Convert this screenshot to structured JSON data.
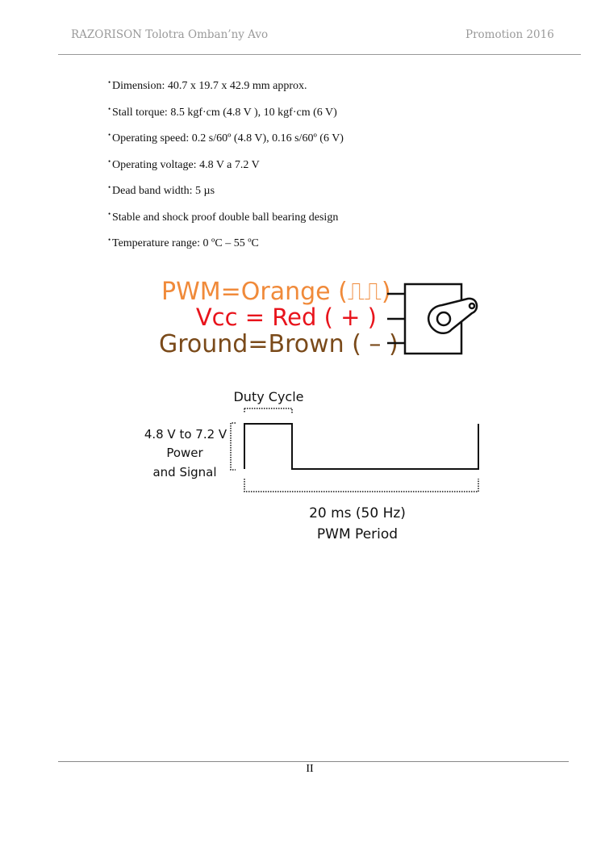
{
  "header": {
    "author": "RAZORISON Tolotra Omban’ny Avo",
    "promotion": "Promotion 2016"
  },
  "specs": [
    "Dimension: 40.7 x 19.7 x 42.9 mm approx.",
    "Stall torque: 8.5 kgf·cm (4.8 V ), 10 kgf·cm (6 V)",
    "Operating speed: 0.2 s/60º (4.8 V), 0.16 s/60º (6 V)",
    "Operating voltage: 4.8 V a 7.2 V",
    "Dead band width: 5 µs",
    "Stable and shock proof  double ball bearing design",
    "Temperature range: 0 ºC – 55 ºC"
  ],
  "bullet": "•",
  "figure": {
    "pwm_label": "PWM=Orange (⎍⎍)",
    "vcc_label": "Vcc = Red ( + )",
    "ground_label": "Ground=Brown ( – )",
    "duty_cycle": "Duty Cycle",
    "voltage": "4.8 V to 7.2 V",
    "power": "Power",
    "and_signal": "and Signal",
    "period_freq": "20 ms (50 Hz)",
    "period_label": "PWM Period",
    "colors": {
      "pwm": "#f08a3a",
      "vcc": "#e8141c",
      "ground": "#7a4a1a"
    }
  },
  "footer": {
    "page_number": "II"
  }
}
